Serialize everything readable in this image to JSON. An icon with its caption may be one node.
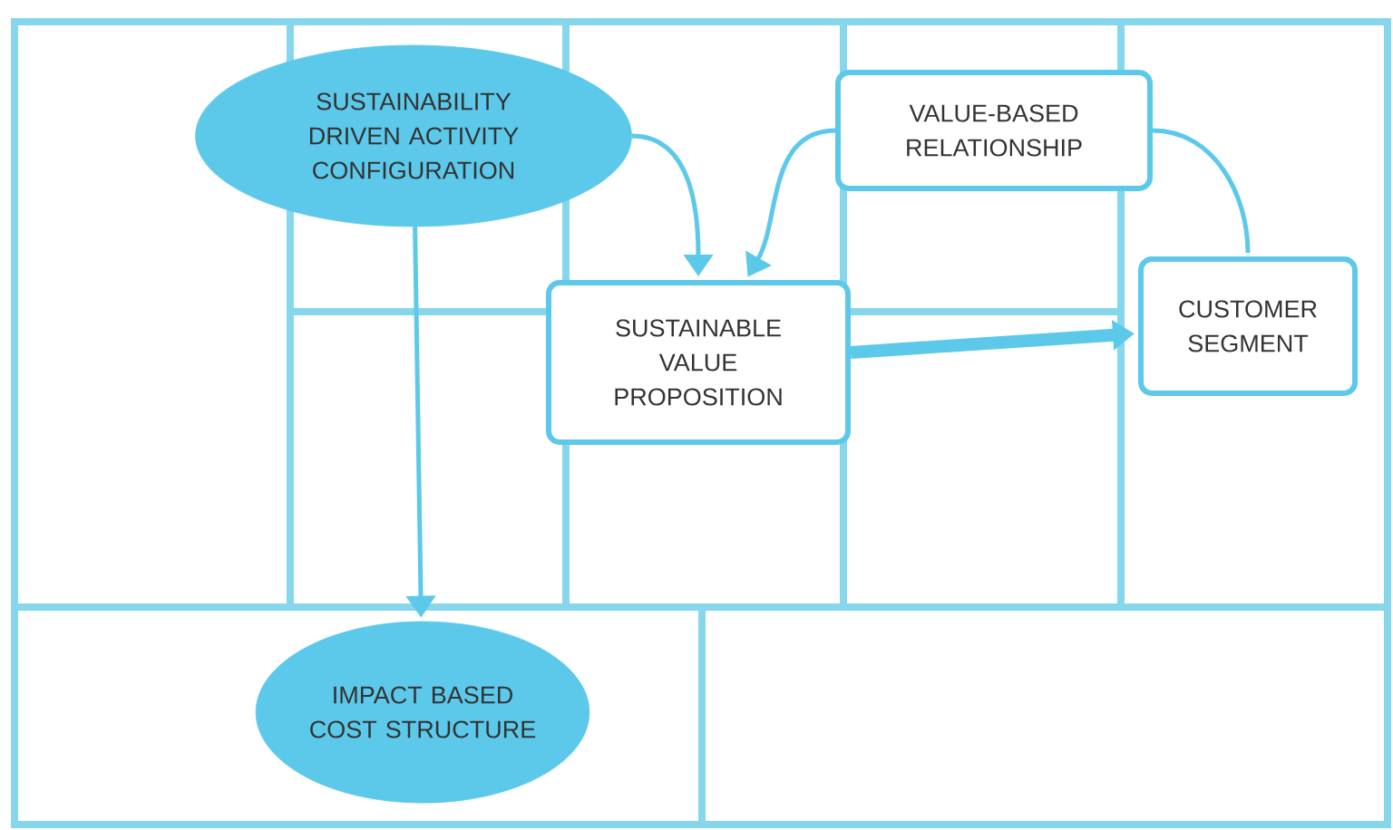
{
  "diagram": {
    "nodes": [
      {
        "text": [
          "SUSTAINABILITY DRIVEN ACTIVITY CONFIGURATION"
        ]
      },
      {
        "text": [
          "VALUE-BASED RELATIONSHIP"
        ]
      },
      {
        "text": [
          "SUSTAINABLE VALUE PROPOSITION"
        ]
      },
      {
        "text": [
          "CUSTOMER SEGMENT"
        ]
      },
      {
        "text": [
          "IMPACT BASED COST STRUCTURE"
        ]
      }
    ],
    "edges": [
      {
        "from": 0,
        "to": 2,
        "arrow": "to"
      },
      {
        "from": 1,
        "to": 2,
        "arrow": "to"
      },
      {
        "from": 2,
        "to": 3,
        "arrow": "to",
        "style": "thick"
      },
      {
        "from": 1,
        "to": 3,
        "arrow": "none"
      },
      {
        "from": 0,
        "to": 4,
        "arrow": "to"
      }
    ]
  }
}
